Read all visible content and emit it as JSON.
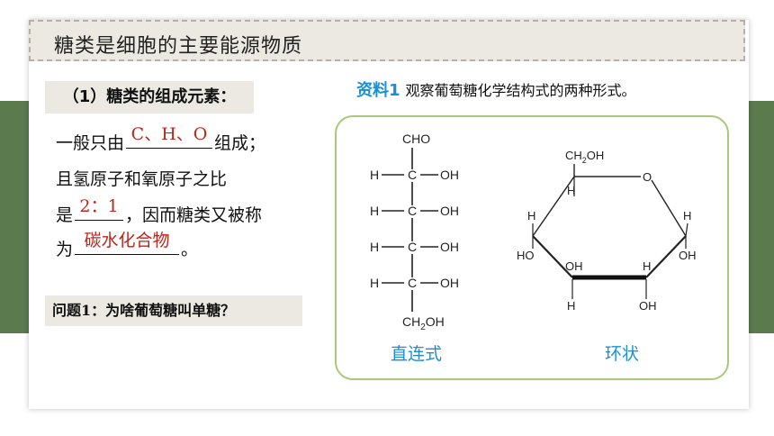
{
  "title": "糖类是细胞的主要能源物质",
  "section": {
    "heading": "（1）糖类的组成元素：",
    "line1_prefix": "一般只由",
    "line1_answer": "C、H、O",
    "line1_suffix": "组成；",
    "line2": "且氢原子和氧原子之比",
    "line3_prefix": "是",
    "line3_answer": "2：1",
    "line3_suffix": "，因而糖类又被称",
    "line4_prefix": "为",
    "line4_answer": "碳水化合物",
    "line4_suffix": "。"
  },
  "question": "问题1：为啥葡萄糖叫单糖？",
  "source": {
    "label": "资料1",
    "text": "观察葡萄糖化学结构式的两种形式。"
  },
  "diagram": {
    "linear_caption": "直连式",
    "ring_caption": "环状",
    "linear_labels": {
      "top": "CHO",
      "c": "C",
      "h": "H",
      "oh": "OH",
      "bottom_main": "CH",
      "bottom_sub": "2",
      "bottom_tail": "OH"
    },
    "ring_labels": {
      "ch2oh_main": "CH",
      "ch2oh_sub": "2",
      "ch2oh_tail": "OH",
      "o": "O",
      "h": "H",
      "oh": "OH",
      "ho": "HO"
    }
  },
  "colors": {
    "answer": "#c0241c",
    "accent_blue": "#1a8fd6",
    "band_green": "#5b7a4e",
    "diagram_border": "#a9c97a",
    "panel_bg": "#ece9e3"
  }
}
